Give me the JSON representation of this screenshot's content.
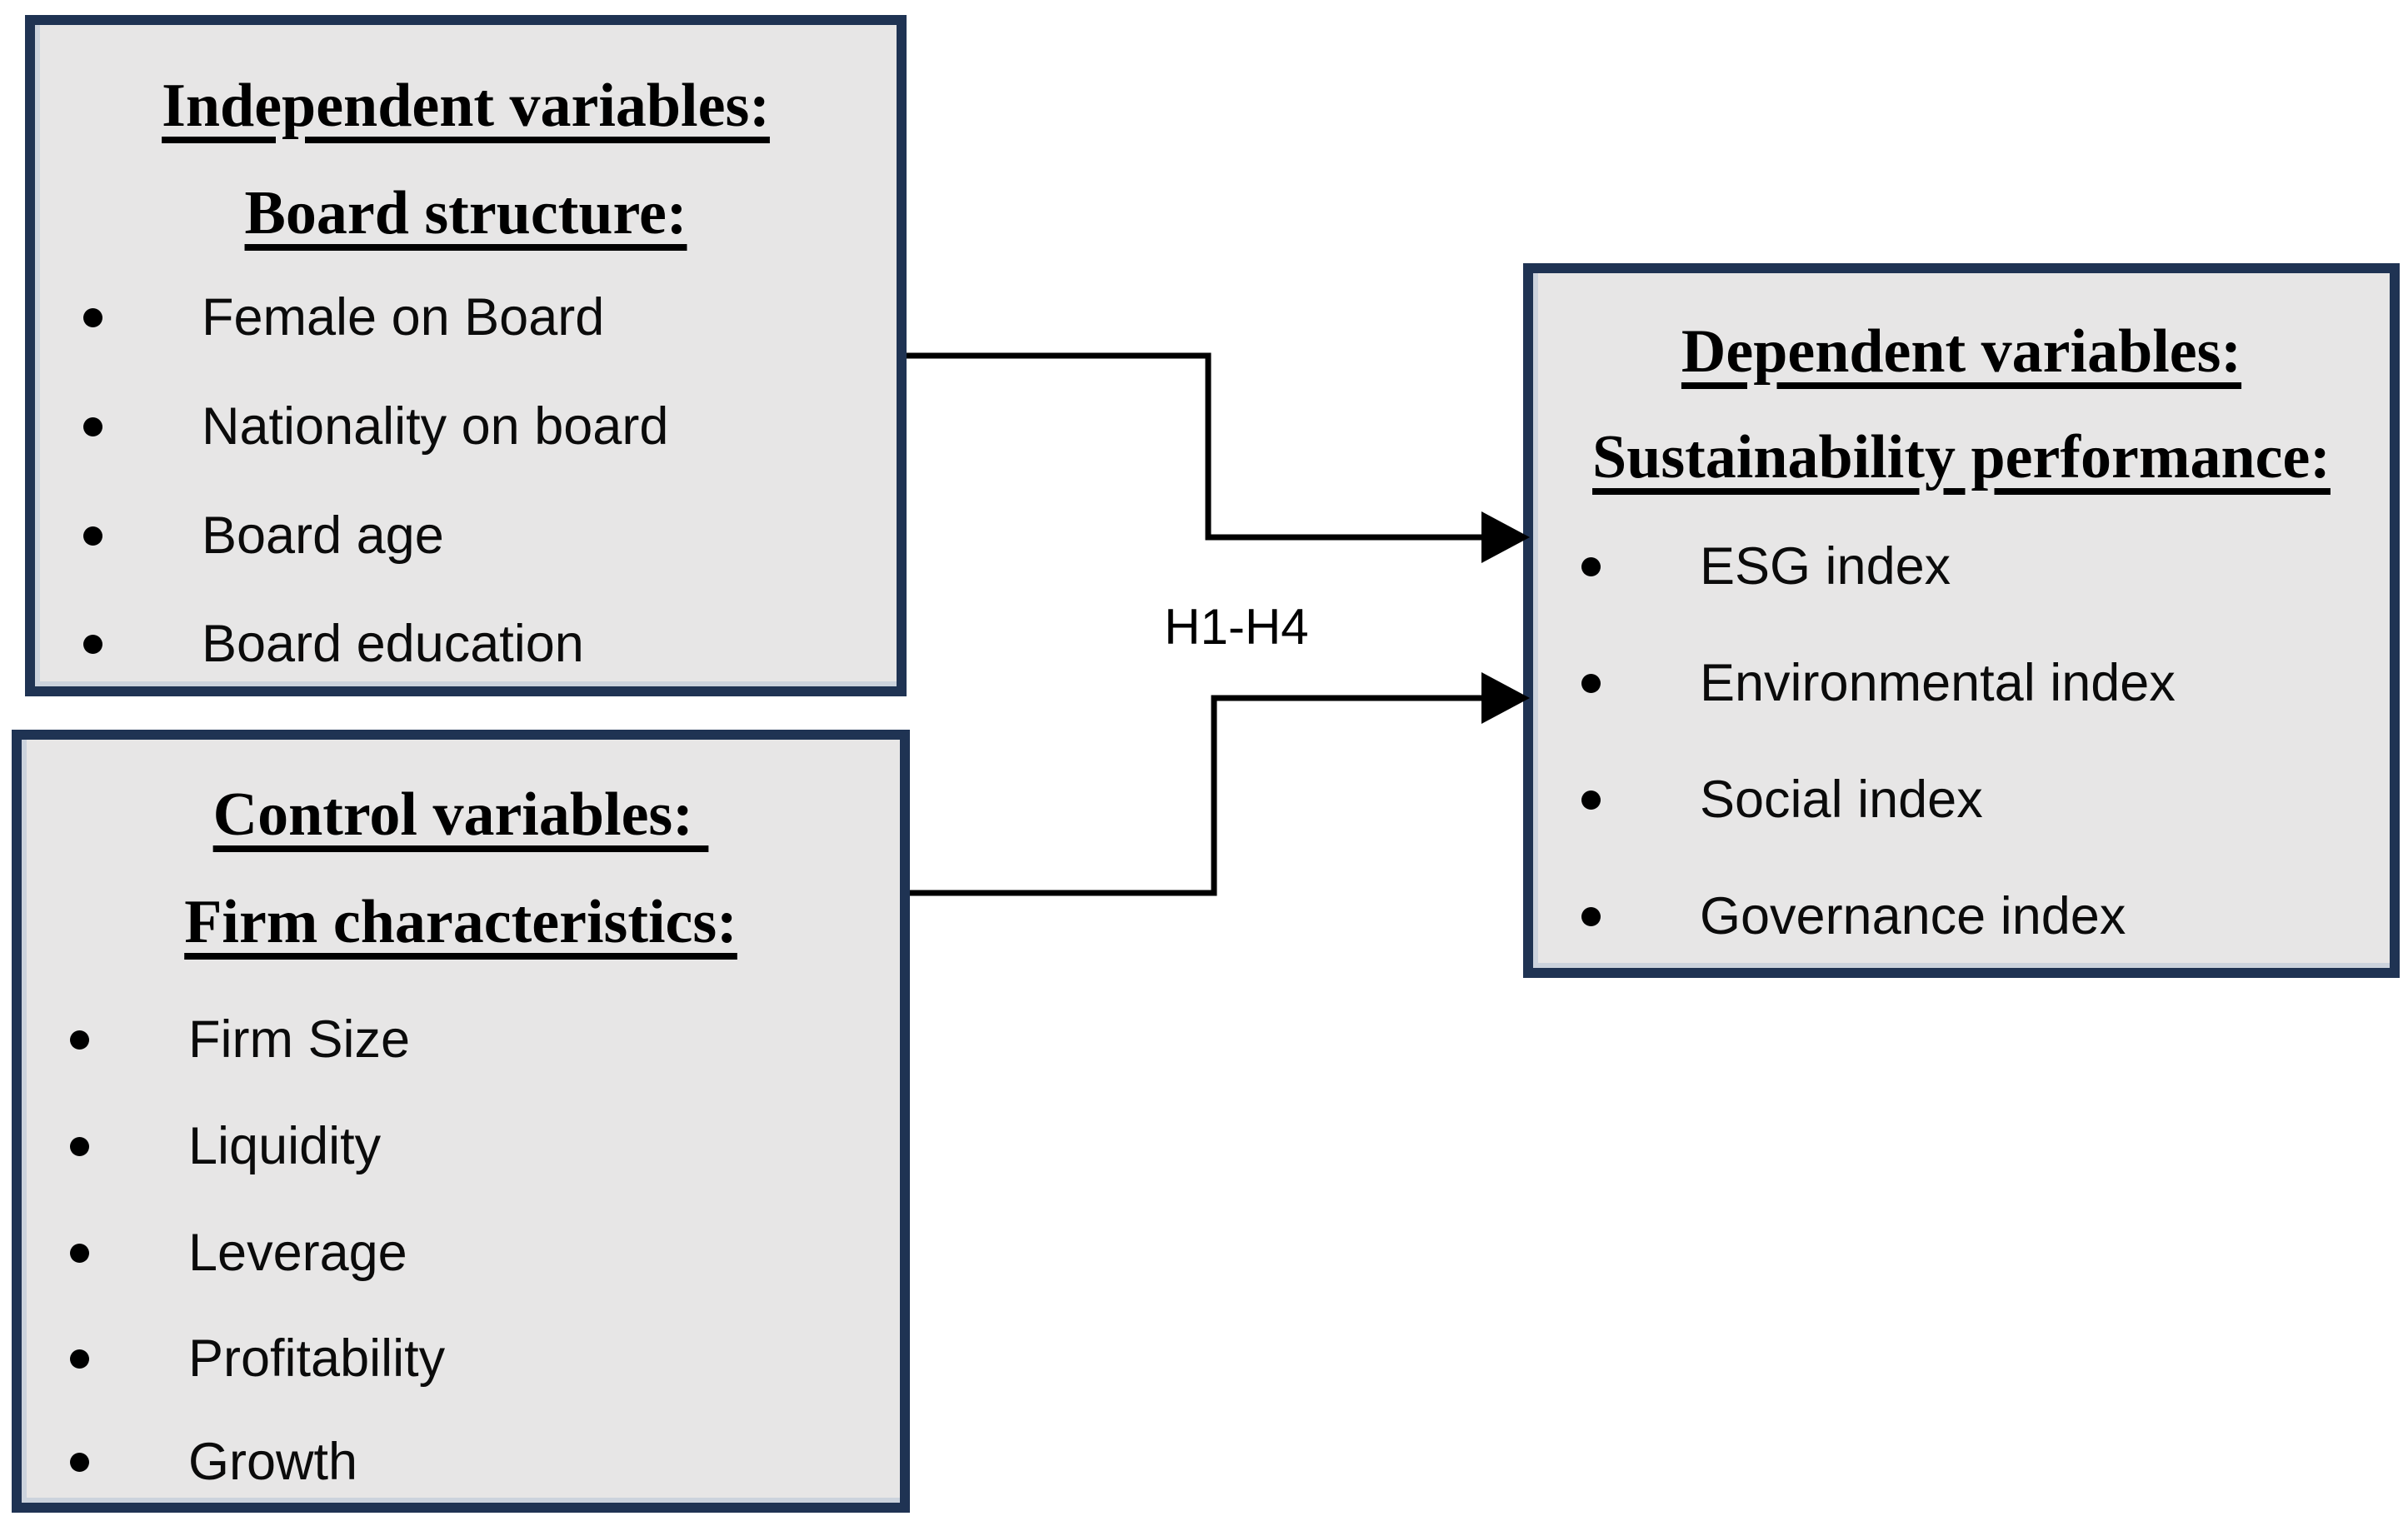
{
  "diagram": {
    "colors": {
      "box_fill": "#e7e6e6",
      "box_border": "#1f3353",
      "connector": "#000000"
    },
    "hypothesis_label": "H1-H4",
    "boxes": {
      "independent": {
        "title": "Independent variables:",
        "subtitle": "Board structure:",
        "items": [
          "Female on Board",
          "Nationality on board",
          "Board age",
          "Board education"
        ]
      },
      "control": {
        "title": "Control variables: ",
        "subtitle": "Firm characteristics:",
        "items": [
          "Firm Size",
          "Liquidity",
          "Leverage",
          "Profitability",
          "Growth"
        ]
      },
      "dependent": {
        "title": "Dependent variables:",
        "subtitle": "Sustainability performance:",
        "items": [
          "ESG index",
          "Environmental index",
          "Social index",
          "Governance index"
        ]
      }
    },
    "connections": [
      {
        "from": "independent",
        "to": "dependent",
        "label": "H1-H4"
      },
      {
        "from": "control",
        "to": "dependent",
        "label": "H1-H4"
      }
    ]
  }
}
